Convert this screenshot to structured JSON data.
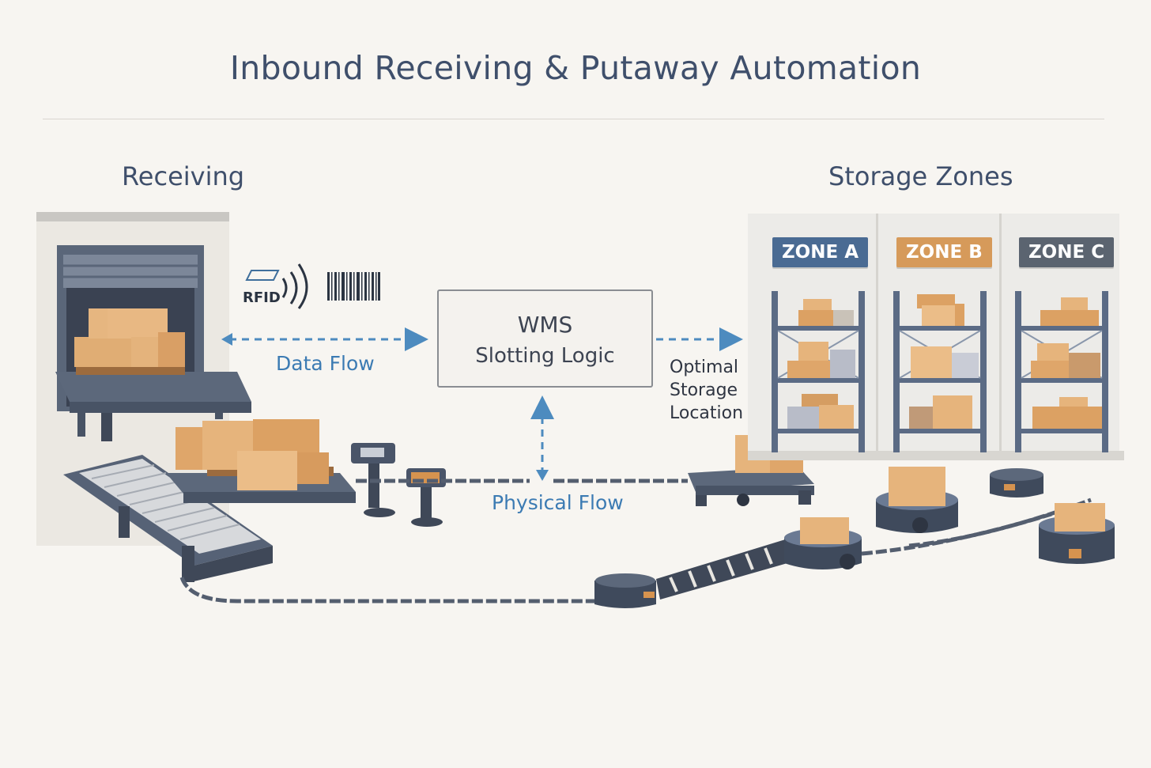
{
  "title": "Inbound Receiving & Putaway Automation",
  "sections": {
    "receiving": "Receiving",
    "storage": "Storage Zones"
  },
  "wms": {
    "title": "WMS",
    "subtitle": "Slotting Logic"
  },
  "flows": {
    "data": "Data Flow",
    "physical": "Physical Flow"
  },
  "optimal_label": [
    "Optimal",
    "Storage",
    "Location"
  ],
  "rfid_label": "RFID",
  "zones": [
    {
      "label": "ZONE A",
      "color": "#4a6b93"
    },
    {
      "label": "ZONE B",
      "color": "#d69a5a"
    },
    {
      "label": "ZONE C",
      "color": "#5b6470"
    }
  ],
  "colors": {
    "box": "#e3b27a",
    "steel": "#4f5b70",
    "flow_arrow": "#4d8bbf"
  }
}
